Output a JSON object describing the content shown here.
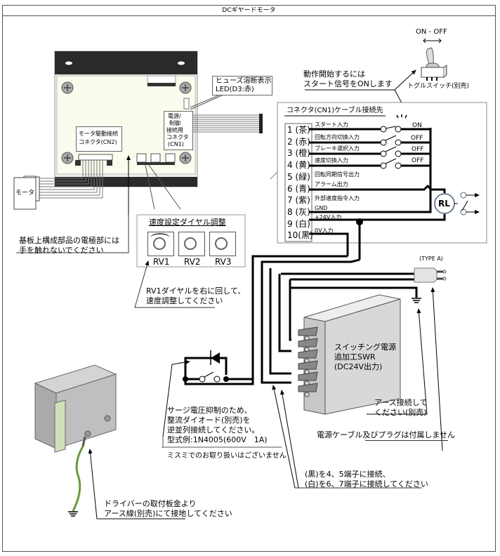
{
  "title": "DCギヤードモータ",
  "driver_board": {
    "cn2_label": [
      "モータ駆動接続",
      "コネクタ(CN2)"
    ],
    "cn1_label": [
      "電源/",
      "制御",
      "接続用",
      "コネクタ",
      "(CN1)"
    ],
    "led_label": [
      "ヒューズ溶断表示",
      "LED(D3:赤)"
    ],
    "motor_label": "モータ",
    "warning": [
      "基板上構成部品の電極部には",
      "手を触れないでください"
    ]
  },
  "speed_dial": {
    "heading": "速度設定ダイヤル調整",
    "dials": [
      "RV1",
      "RV2",
      "RV3"
    ],
    "instruction": [
      "RV1ダイヤルを右に回して、",
      "速度調整してください"
    ]
  },
  "toggle_switch": {
    "state_label": "ON  -  OFF",
    "name": "トグルスイッチ(別売)",
    "instruction": [
      "動作開始するには",
      "スタート信号をONします"
    ]
  },
  "cn1_table": {
    "heading": "コネクタ(CN1)ケーブル接続先",
    "pins": [
      "1 (茶)",
      "2 (赤)",
      "3 (橙)",
      "4 (黄)",
      "5 (緑)",
      "6 (青)",
      "7 (紫)",
      "8 (灰)",
      "9 (白)",
      "10(黒)"
    ],
    "signals": [
      "スタート入力",
      "回転方向切換入力",
      "ブレーキ選択入力",
      "速度切換入力",
      "回転同期信号出力",
      "アラーム出力",
      "外部速度指令入力",
      "GND",
      "+24V入力",
      "0V入力"
    ],
    "switch_states": [
      "ON",
      "OFF",
      "OFF",
      "OFF"
    ],
    "relay_label": "RL"
  },
  "power_supply": {
    "label": [
      "スイッチング電源",
      "追加工SWR",
      "(DC24V出力)"
    ],
    "plug_type": "(TYPE A)",
    "earth_note": [
      "アース接続して",
      "ください(別売)"
    ],
    "cable_note": "電源ケーブル及びプラグは付属しません",
    "wire_note": [
      "(黒)を4、5端子に接続、",
      "(白)を6、7端子に接続してください"
    ]
  },
  "surge": {
    "note": [
      "サージ電圧抑制のため、",
      "整流ダイオード(別売)を",
      "逆並列接続してください。",
      "型式例:1N4005(600V　1A)"
    ],
    "disclaimer": "ミスミでのお取り扱いはございません"
  },
  "bracket": {
    "note": [
      "ドライバーの取付板金より",
      "アース線(別売)にて接地してください"
    ]
  },
  "colors": {
    "board_bg": "#fbfbee",
    "board_dark": "#2a2a2a",
    "ground_wire": "#6a9a3a",
    "psu_face": "#d8d8d8",
    "relay_ring": "#4a5a80"
  }
}
